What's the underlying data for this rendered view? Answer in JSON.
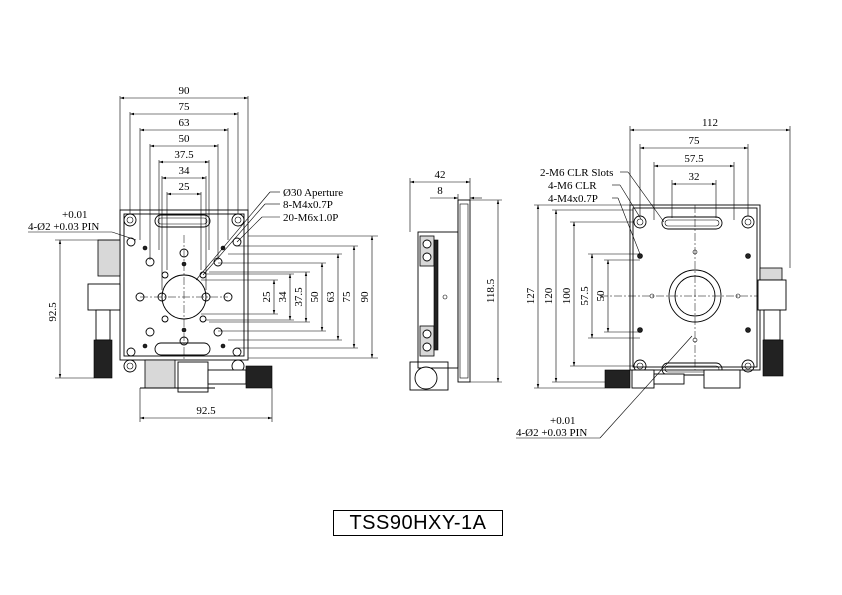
{
  "title": "TSS90HXY-1A",
  "front_view": {
    "top_dims": [
      "90",
      "75",
      "63",
      "50",
      "37.5",
      "34",
      "25"
    ],
    "right_dims": [
      "25",
      "34",
      "37.5",
      "50",
      "63",
      "75",
      "90"
    ],
    "left_dim": "92.5",
    "bottom_dim": "92.5",
    "pin_tol": "+0.01",
    "pin_label": "4-Ø2 +0.03 PIN",
    "callouts": [
      "Ø30 Aperture",
      "8-M4x0.7P",
      "20-M6x1.0P"
    ]
  },
  "side_view": {
    "top_dims": [
      "42",
      "8"
    ],
    "right_dim": "118.5"
  },
  "top_view": {
    "top_dims": [
      "112",
      "75",
      "57.5",
      "32"
    ],
    "left_dims": [
      "127",
      "120",
      "100",
      "57.5",
      "50"
    ],
    "callouts": [
      "2-M6 CLR Slots",
      "4-M6 CLR",
      "4-M4x0.7P"
    ],
    "pin_tol": "+0.01",
    "pin_label": "4-Ø2 +0.03 PIN"
  }
}
